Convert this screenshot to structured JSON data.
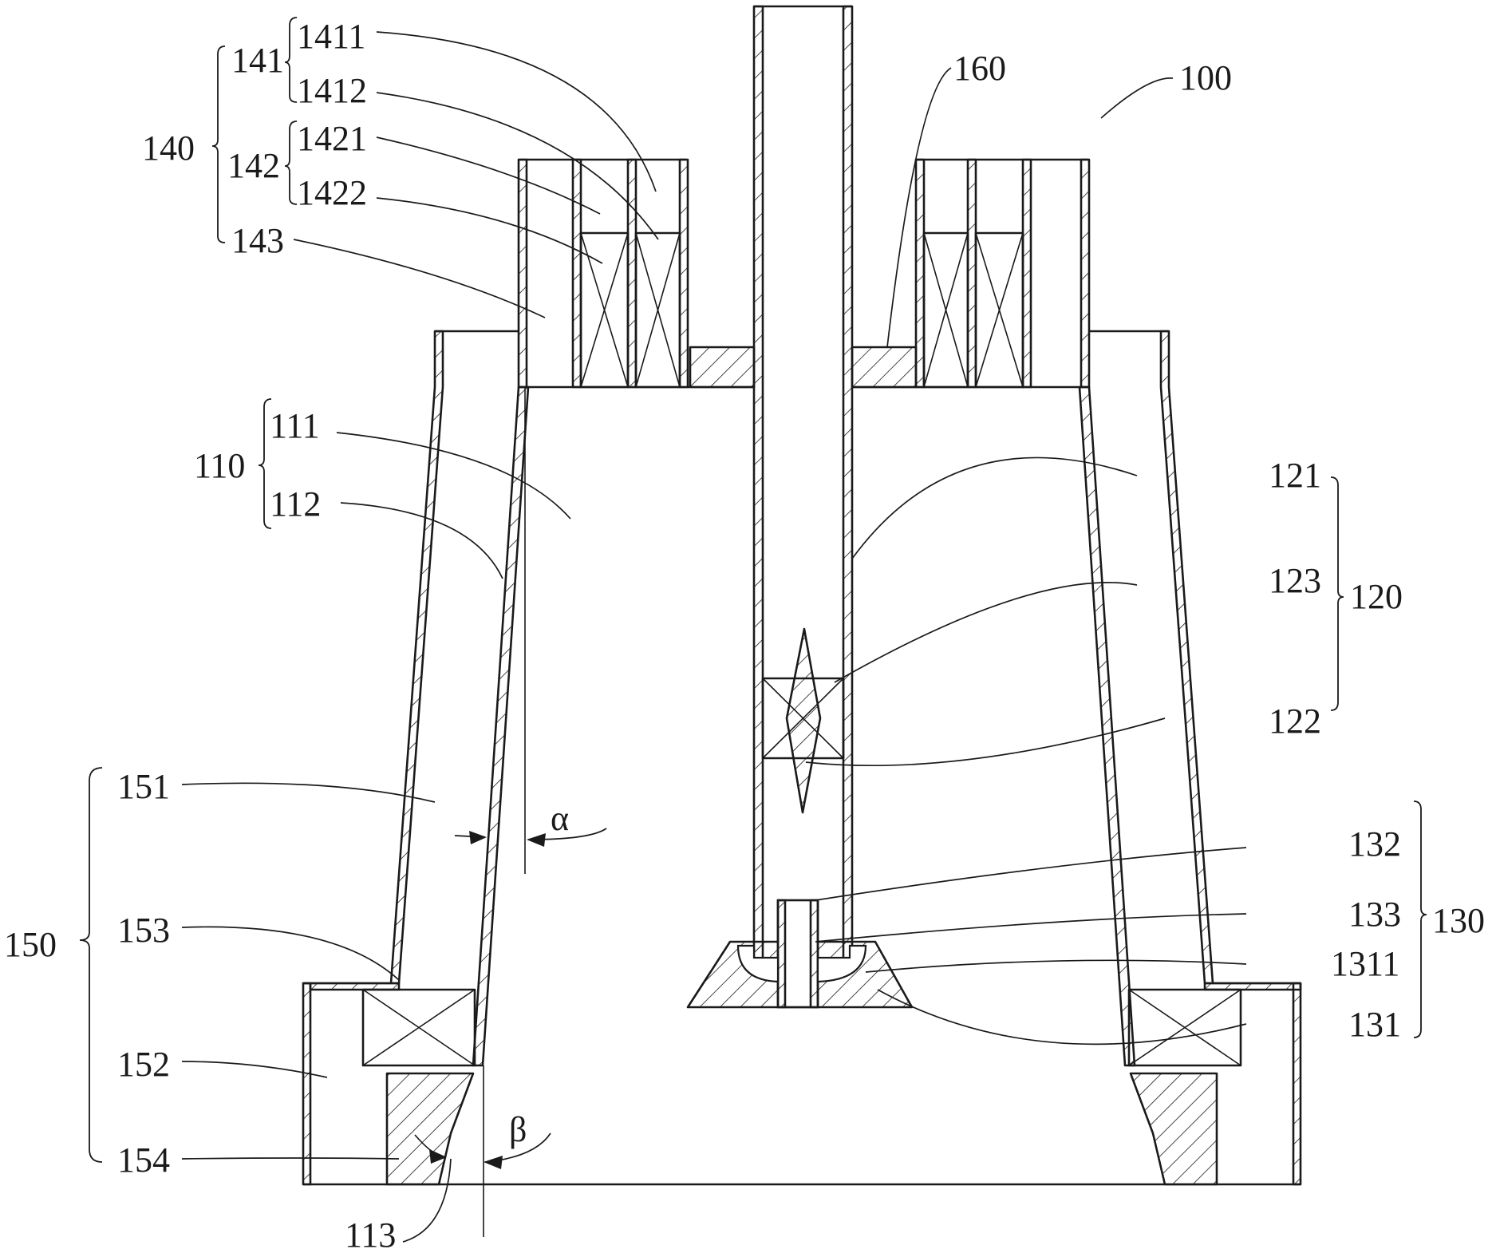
{
  "labels": {
    "l100": "100",
    "l110": "110",
    "l111": "111",
    "l112": "112",
    "l113": "113",
    "l120": "120",
    "l121": "121",
    "l122": "122",
    "l123": "123",
    "l130": "130",
    "l131": "131",
    "l1311": "1311",
    "l132": "132",
    "l133": "133",
    "l140": "140",
    "l141": "141",
    "l1411": "1411",
    "l1412": "1412",
    "l142": "142",
    "l1421": "1421",
    "l1422": "1422",
    "l143": "143",
    "l150": "150",
    "l151": "151",
    "l152": "152",
    "l153": "153",
    "l154": "154",
    "l160": "160",
    "alpha": "α",
    "beta": "β"
  }
}
